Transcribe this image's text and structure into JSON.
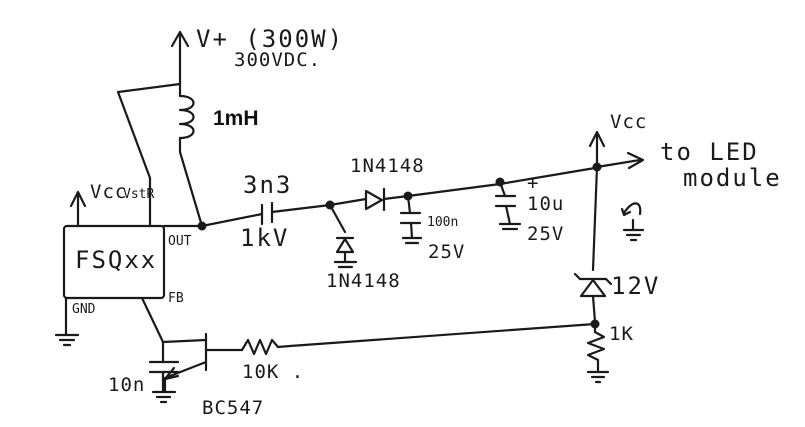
{
  "supply": {
    "label": "V+ (300W)",
    "value": "300VDC."
  },
  "inductor": {
    "value": "1mH"
  },
  "ic": {
    "name": "FSQxx",
    "pin_vcc": "Vcc",
    "pin_vstr": "VstR",
    "pin_out": "OUT",
    "pin_gnd": "GND",
    "pin_fb": "FB"
  },
  "coupling_cap": {
    "value": "3n3",
    "rating": "1kV"
  },
  "diode_series": {
    "label": "1N4148"
  },
  "diode_shunt": {
    "label": "1N4148"
  },
  "cap_100n": {
    "value": "100n",
    "rating": "25V"
  },
  "cap_10u": {
    "value": "10u",
    "rating": "25V",
    "polarity": "+"
  },
  "output": {
    "vcc": "Vcc",
    "to_line1": "to LED",
    "to_line2": "module"
  },
  "zener": {
    "value": "12V"
  },
  "resistor_1k": {
    "value": "1K"
  },
  "resistor_10k": {
    "value": "10K ."
  },
  "fb_cap": {
    "value": "10n"
  },
  "transistor": {
    "name": "BC547"
  }
}
